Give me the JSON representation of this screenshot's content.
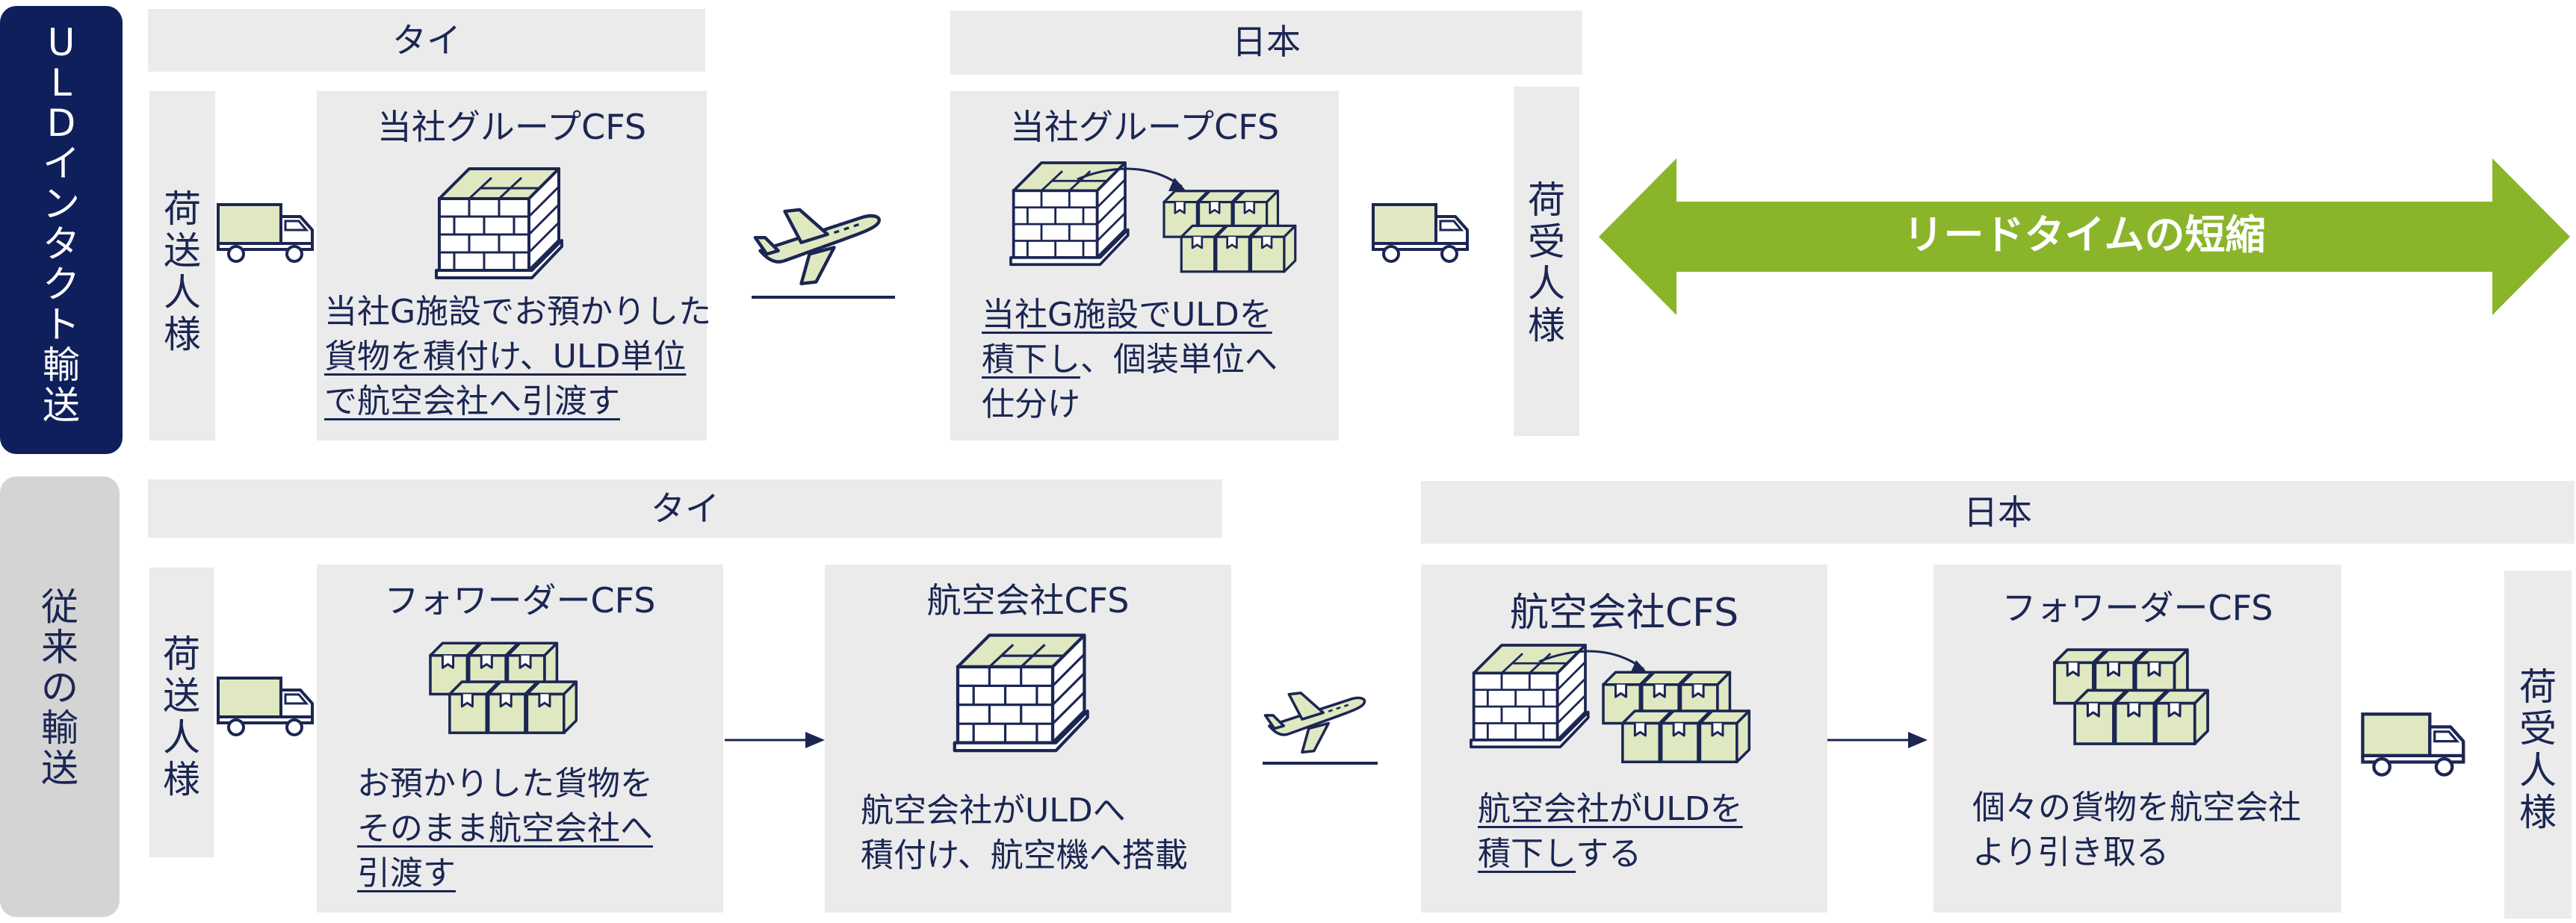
{
  "uld": {
    "side_label": [
      "U",
      "L",
      "D",
      "イ",
      "ン",
      "タ",
      "ク",
      "ト",
      "輸",
      "送"
    ],
    "thai_header": "タイ",
    "japan_header": "日本",
    "shipper": [
      "荷",
      "送",
      "人",
      "様"
    ],
    "consignee": [
      "荷",
      "受",
      "人",
      "様"
    ],
    "thai_cfs": {
      "title": "当社グループCFS",
      "lines": [
        "当社G施設でお預かりした",
        "貨物を積付け、ULD単位",
        "で航空会社へ引渡す"
      ]
    },
    "japan_cfs": {
      "title": "当社グループCFS",
      "lines": [
        "当社G施設でULDを",
        "積下し",
        "、個装単位へ",
        "仕分け"
      ]
    },
    "lead_time": "リードタイムの短縮"
  },
  "conv": {
    "side_label": [
      "従",
      "来",
      "の",
      "輸",
      "送"
    ],
    "thai_header": "タイ",
    "japan_header": "日本",
    "shipper": [
      "荷",
      "送",
      "人",
      "様"
    ],
    "consignee": [
      "荷",
      "受",
      "人",
      "様"
    ],
    "forwarder_cfs_th": {
      "title": "フォワーダーCFS",
      "lines": [
        "お預かりした貨物を",
        "そのまま航空会社へ",
        "引渡す"
      ]
    },
    "airline_cfs_th": {
      "title": "航空会社CFS",
      "lines": [
        "航空会社がULDへ",
        "積付け、航空機へ搭載"
      ]
    },
    "airline_cfs_jp": {
      "title": "航空会社CFS",
      "lines": [
        "航空会社がULDを",
        "積下し",
        "する"
      ]
    },
    "forwarder_cfs_jp": {
      "title": "フォワーダーCFS",
      "lines": [
        "個々の貨物を航空会社",
        "より引き取る"
      ]
    }
  },
  "colors": {
    "navy": "#0f1f5c",
    "text": "#1b2653",
    "panel": "#ebebeb",
    "gray_side": "#d4d4d4",
    "green": "#8ab52a",
    "box_green": "#dfe8c0"
  }
}
